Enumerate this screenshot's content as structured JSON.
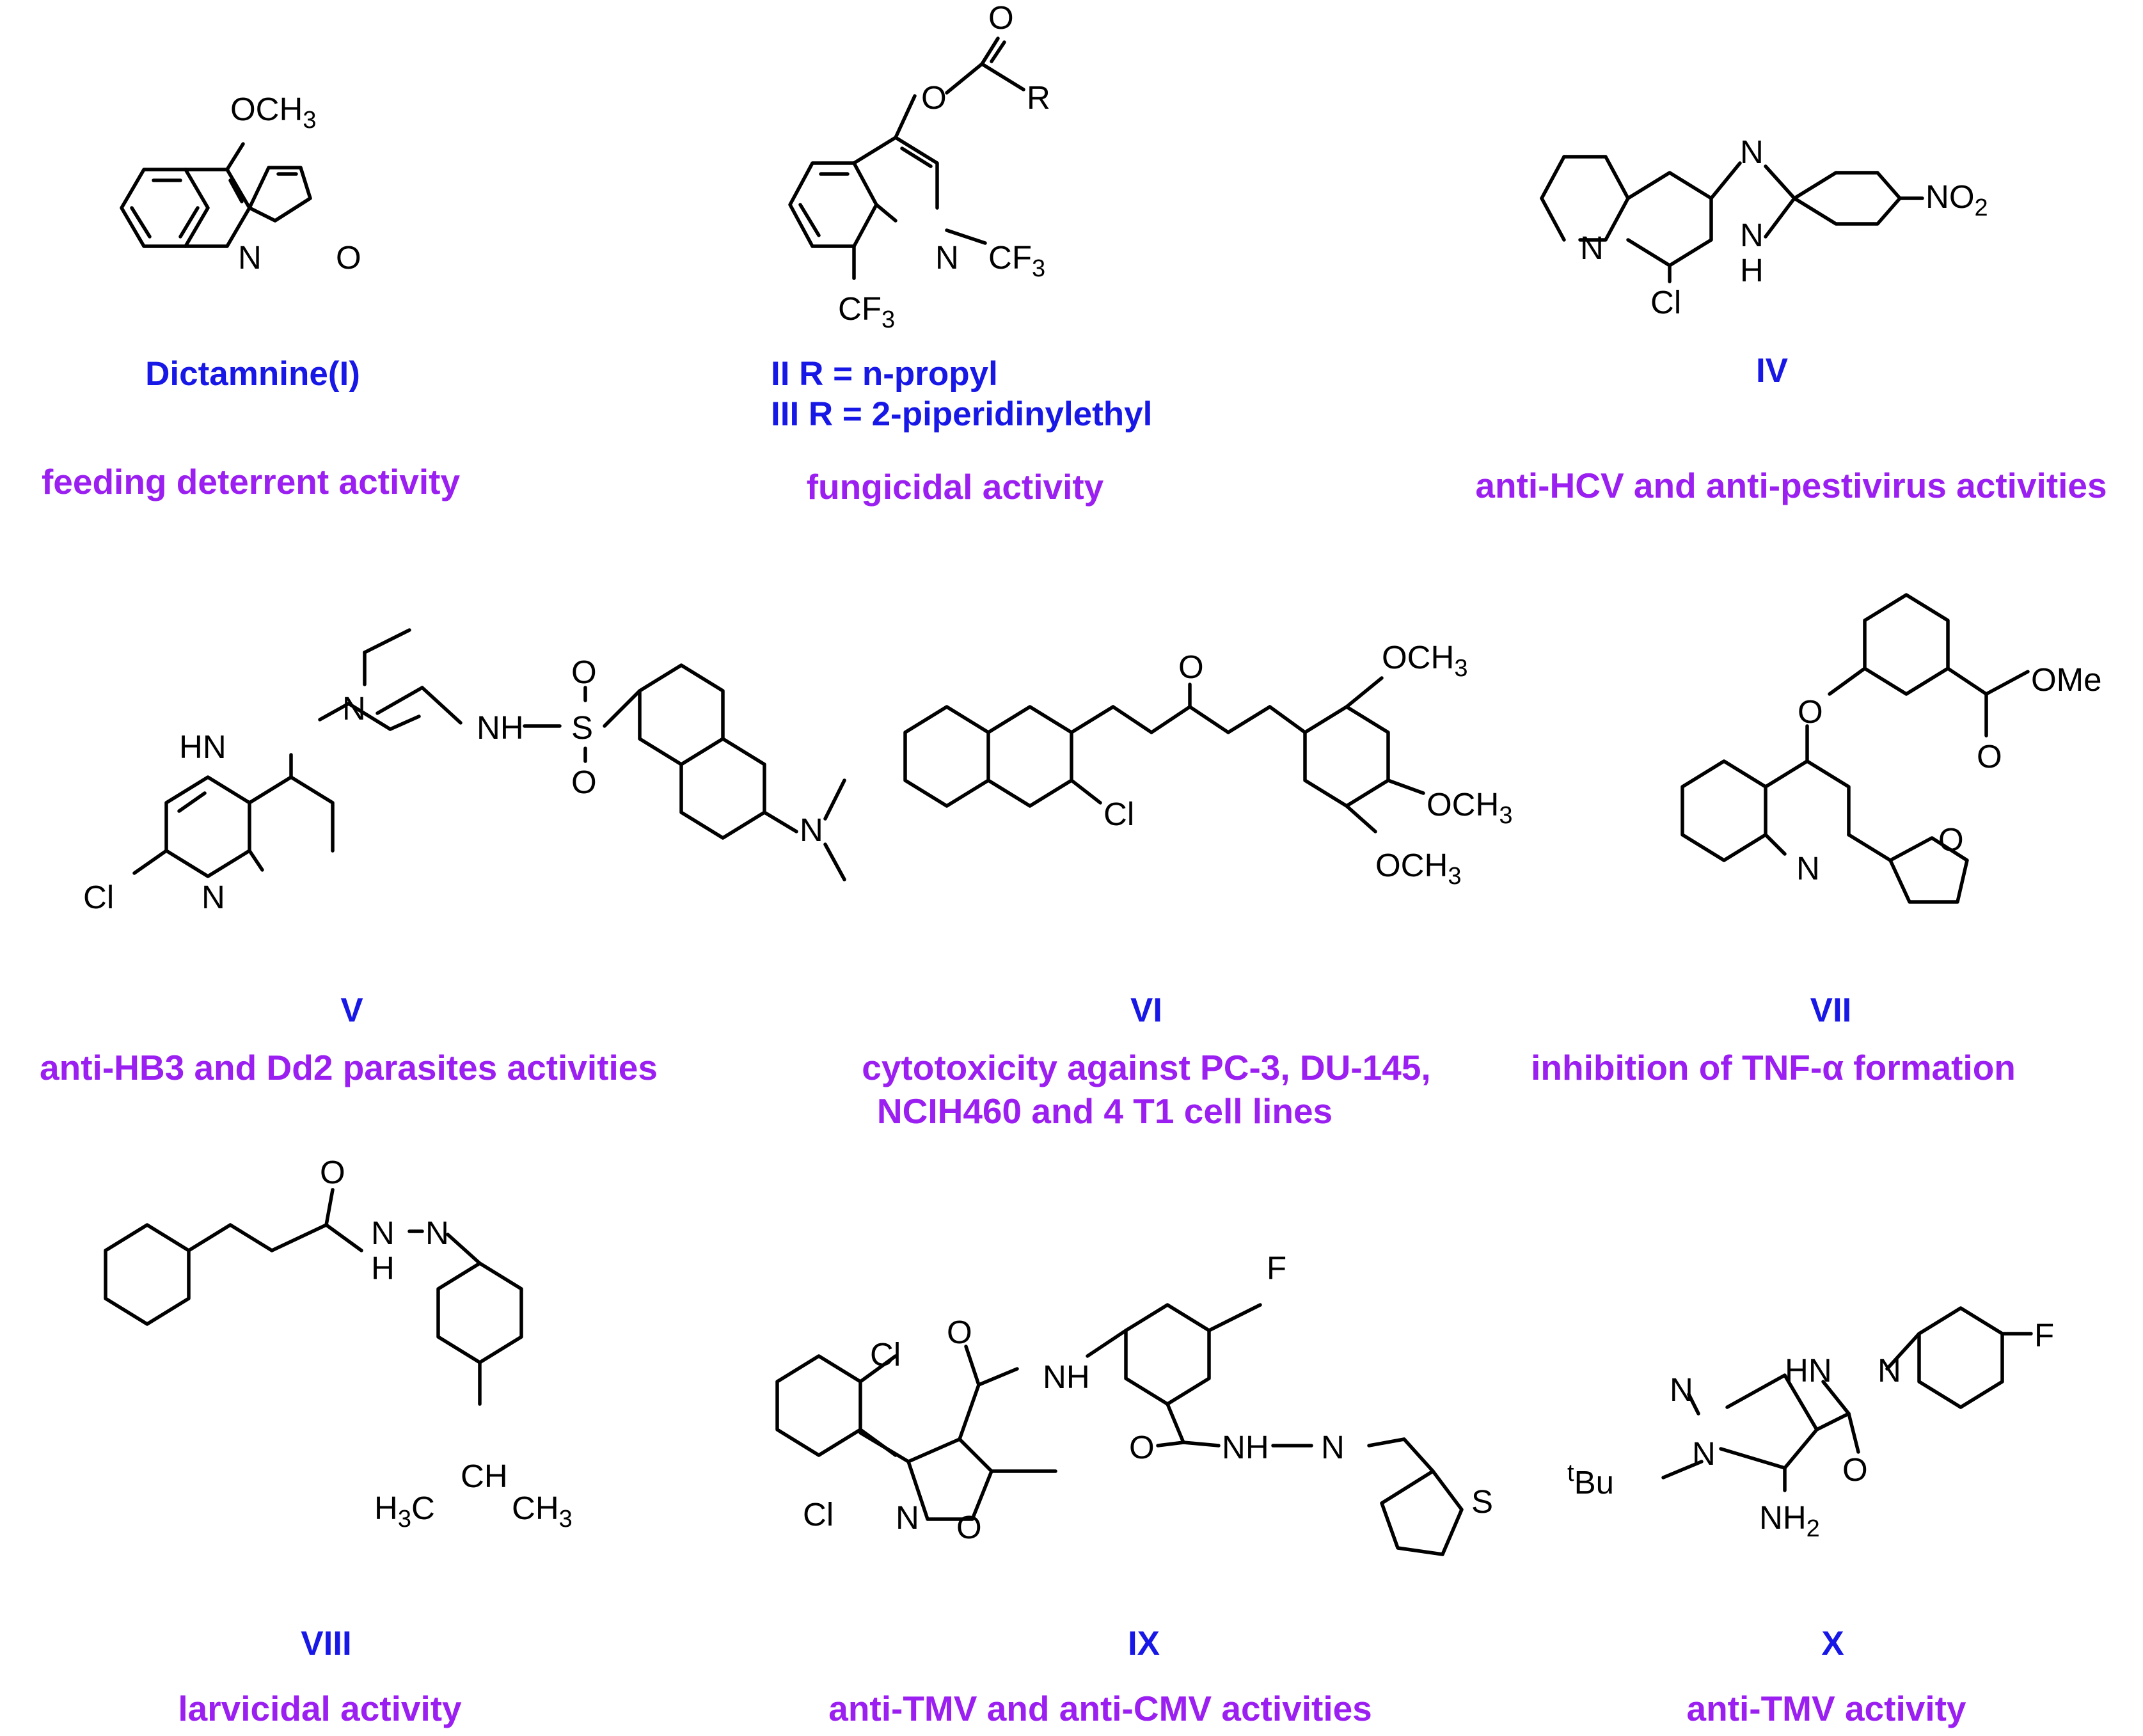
{
  "compounds": [
    {
      "name": "Dictamnine(I)",
      "activity": "feeding deterrent activity"
    },
    {
      "name_lines": [
        "II  R = n-propyl",
        "III  R = 2-piperidinylethyl"
      ],
      "activity": "fungicidal activity"
    },
    {
      "name": "IV",
      "activity": "anti-HCV and anti-pestivirus activities"
    },
    {
      "name": "V",
      "activity": "anti-HB3 and Dd2 parasites activities"
    },
    {
      "name": "VI",
      "activity_lines": [
        "cytotoxicity against PC-3, DU-145,",
        "NCIH460 and 4 T1 cell lines"
      ]
    },
    {
      "name": "VII",
      "activity": "inhibition of TNF-α formation"
    },
    {
      "name": "VIII",
      "activity": "larvicidal activity"
    },
    {
      "name": "IX",
      "activity": "anti-TMV and anti-CMV activities"
    },
    {
      "name": "X",
      "activity": "anti-TMV activity"
    }
  ],
  "atoms": {
    "OCH": "OCH",
    "three": "3",
    "two": "2",
    "O": "O",
    "N": "N",
    "R": "R",
    "CF": "CF",
    "NO": "NO",
    "H": "H",
    "Cl": "Cl",
    "HN": "HN",
    "NH": "NH",
    "S": "S",
    "F": "F",
    "OMe": "OMe",
    "CH": "CH",
    "HC": "H",
    "C": "C",
    "Bu": "Bu",
    "t": "t"
  }
}
